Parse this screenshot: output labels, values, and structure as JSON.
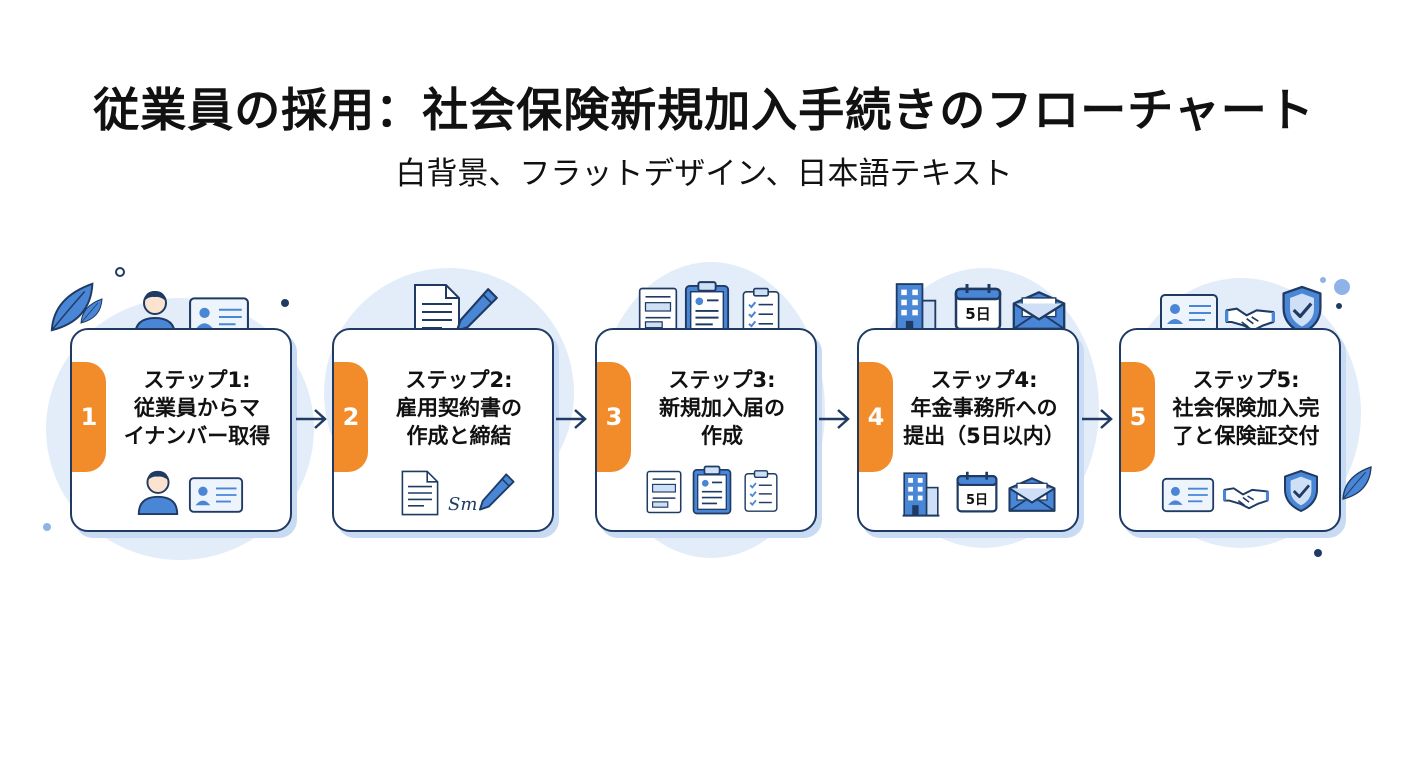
{
  "title": "従業員の採用：社会保険新規加入手続きのフローチャート",
  "subtitle": "白背景、フラットデザイン、日本語テキスト",
  "steps": [
    {
      "number": "1",
      "heading": "ステップ1:",
      "line1": "従業員からマ",
      "line2": "イナンバー取得"
    },
    {
      "number": "2",
      "heading": "ステップ2:",
      "line1": "雇用契約書の",
      "line2": "作成と締結"
    },
    {
      "number": "3",
      "heading": "ステップ3:",
      "line1": "新規加入届の",
      "line2": "作成"
    },
    {
      "number": "4",
      "heading": "ステップ4:",
      "line1": "年金事務所への",
      "line2": "提出（5日以内）"
    },
    {
      "number": "5",
      "heading": "ステップ5:",
      "line1": "社会保険加入完",
      "line2": "了と保険証交付"
    }
  ],
  "calendar_text": "5日",
  "signature_text": "Sm",
  "colors": {
    "accent": "#f28c2a",
    "navy": "#1f3b63",
    "light_blue": "#e3edfa",
    "icon_blue": "#4a86d6"
  }
}
